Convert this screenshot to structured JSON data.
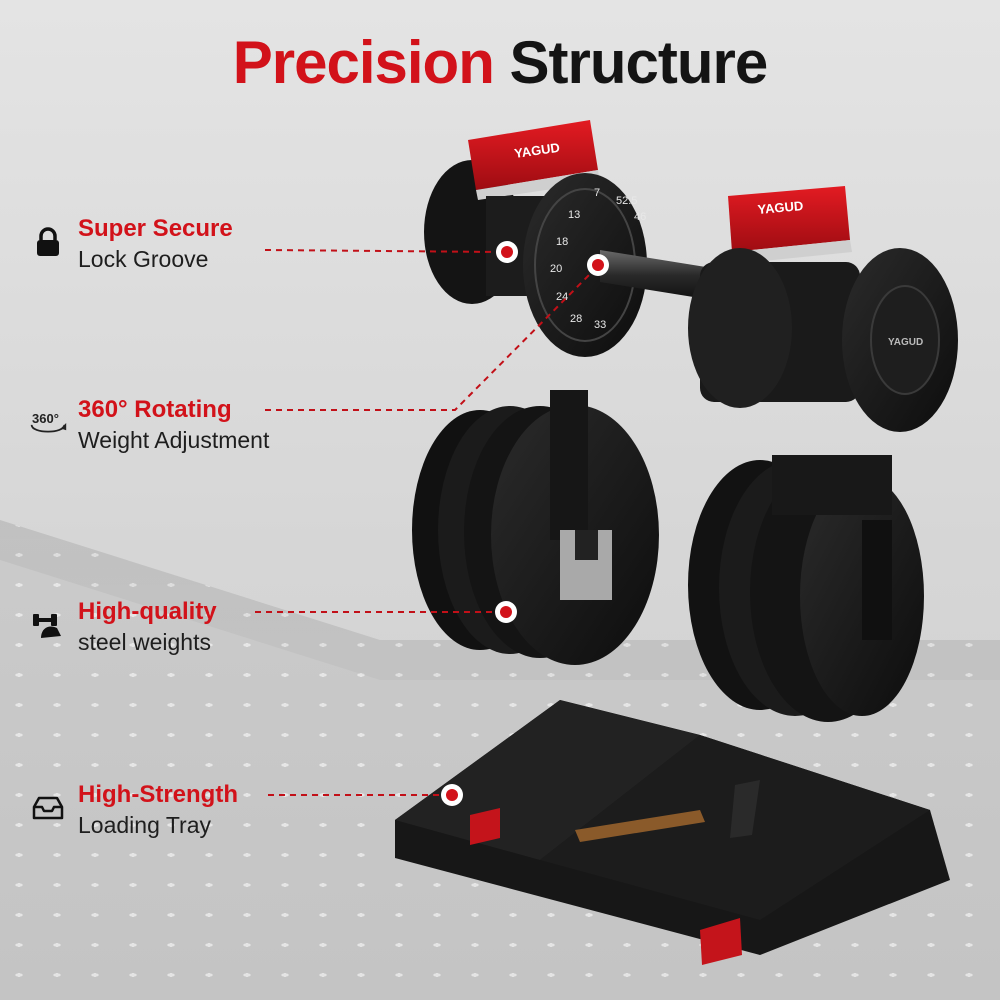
{
  "title": {
    "part1": "Precision",
    "part2": "Structure"
  },
  "brand": {
    "logo_text": "YAGUD"
  },
  "colors": {
    "accent": "#d2121a",
    "text": "#141414",
    "product": "#1a1a1a"
  },
  "dial_numbers": [
    "7",
    "52.5",
    "46",
    "13",
    "18",
    "20",
    "24",
    "28",
    "33"
  ],
  "callouts": [
    {
      "heading": "Super Secure",
      "subtitle": "Lock Groove",
      "icon": "lock-icon"
    },
    {
      "heading": "360° Rotating",
      "subtitle": "Weight Adjustment",
      "icon": "rotate-360-icon",
      "icon_label": "360°"
    },
    {
      "heading": "High-quality",
      "subtitle": "steel weights",
      "icon": "dumbbell-arm-icon"
    },
    {
      "heading": "High-Strength",
      "subtitle": "Loading Tray",
      "icon": "tray-icon"
    }
  ]
}
